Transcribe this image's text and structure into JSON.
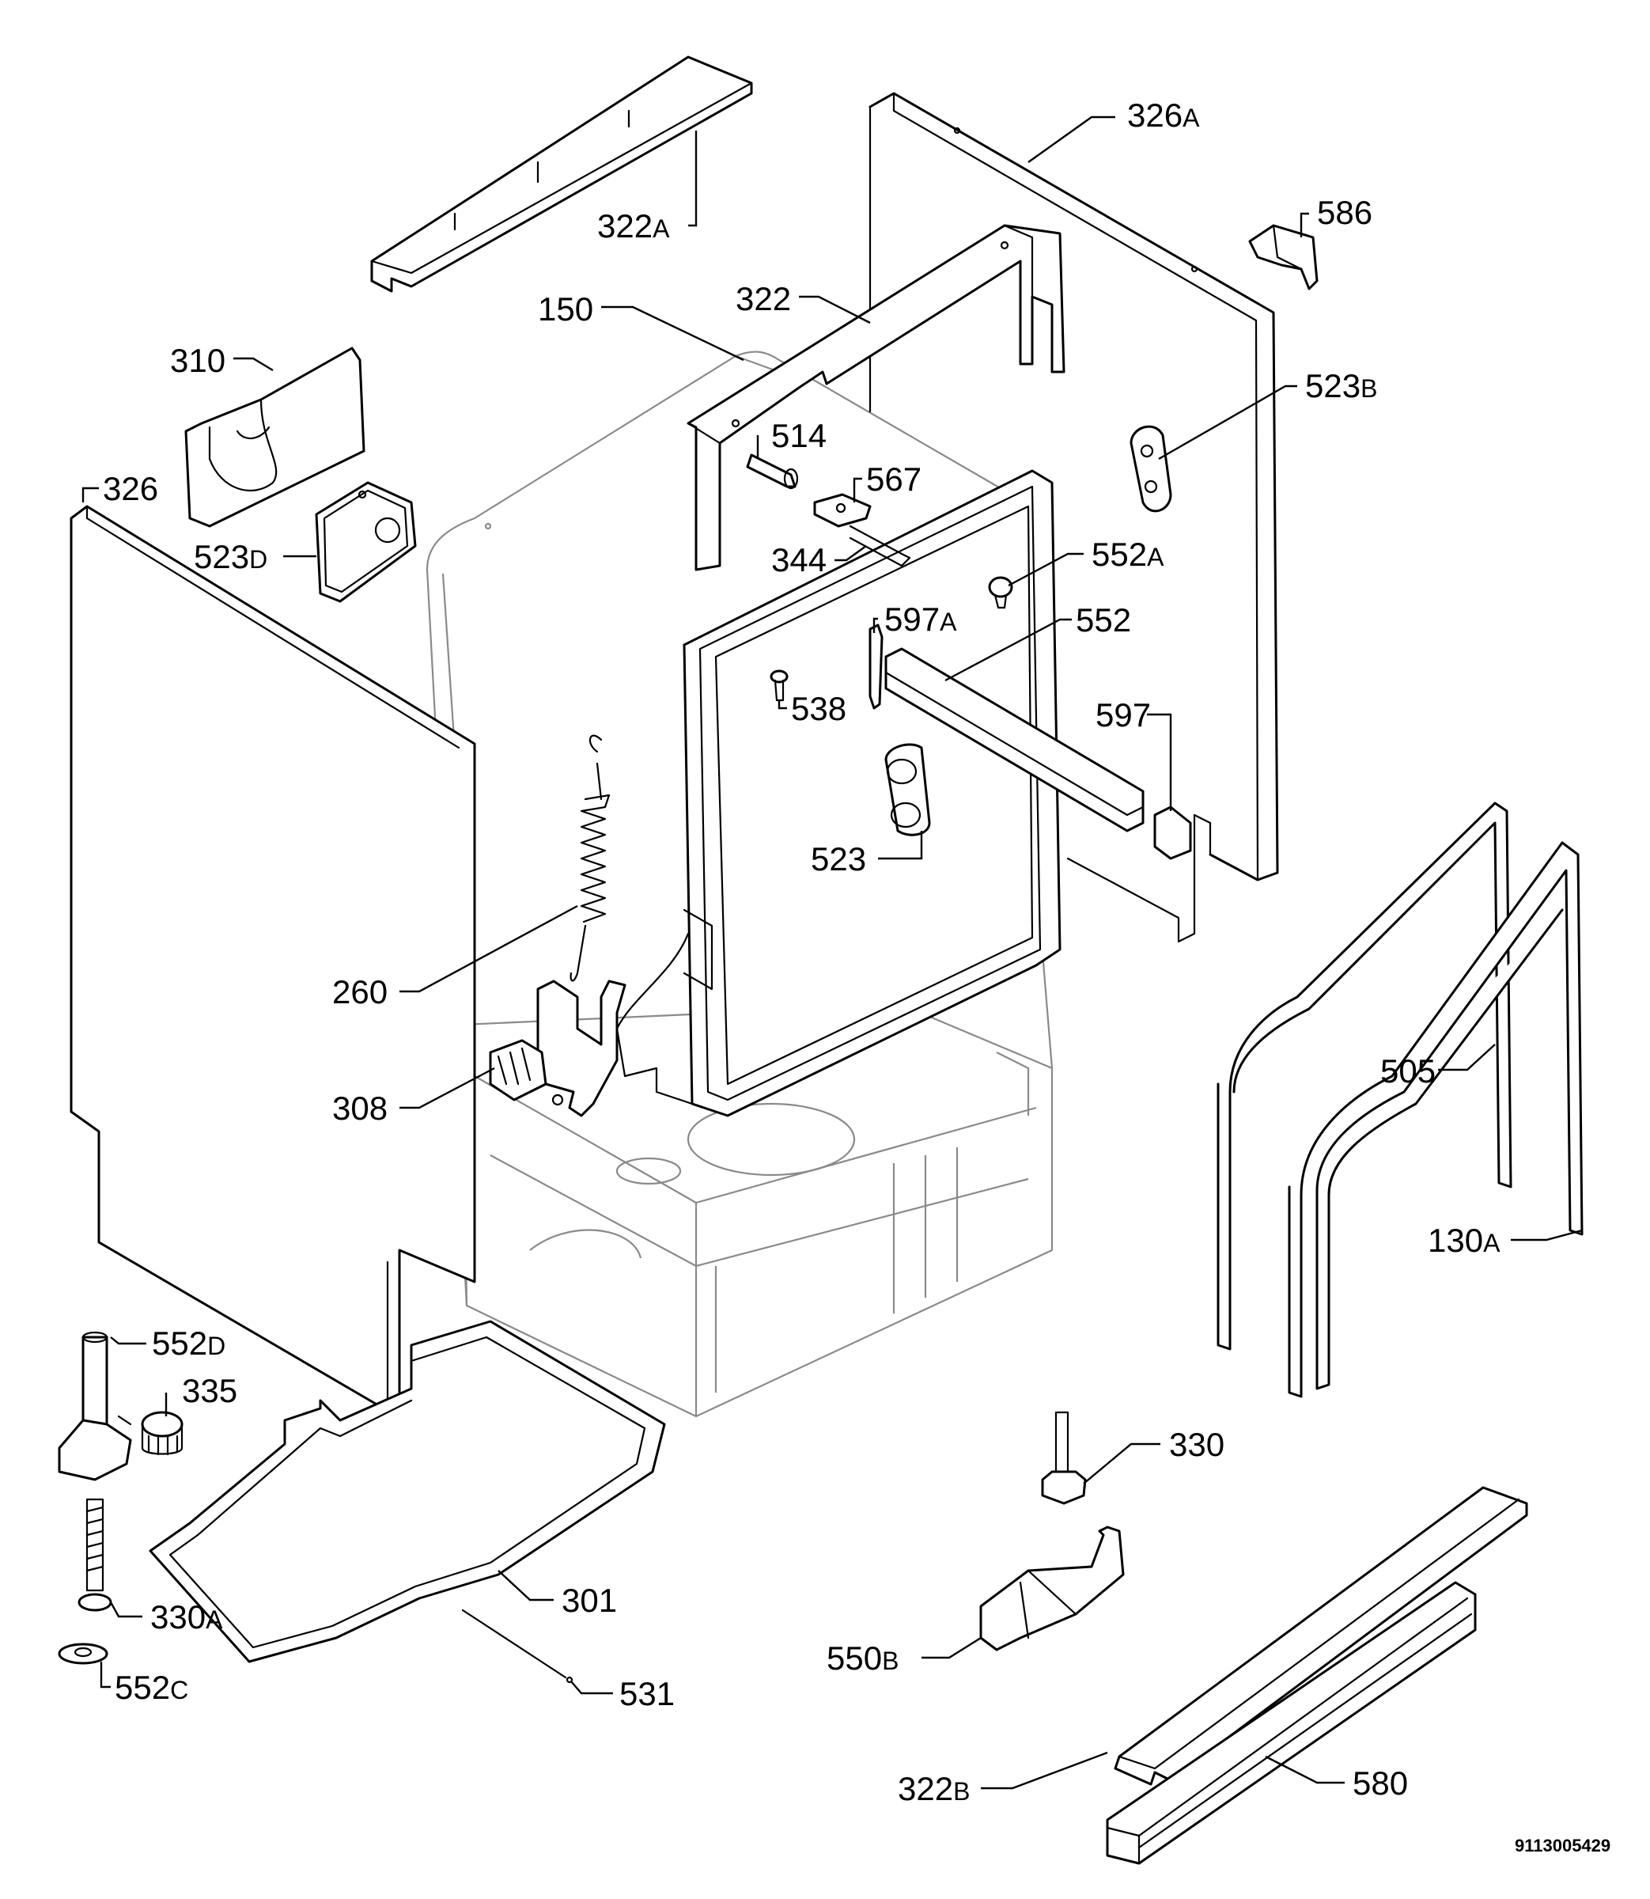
{
  "callouts": {
    "c322A": {
      "num": "322",
      "sfx": "A"
    },
    "c326A": {
      "num": "326",
      "sfx": "A"
    },
    "c586": {
      "num": "586",
      "sfx": ""
    },
    "c322": {
      "num": "322",
      "sfx": ""
    },
    "c150": {
      "num": "150",
      "sfx": ""
    },
    "c310": {
      "num": "310",
      "sfx": ""
    },
    "c523B": {
      "num": "523",
      "sfx": "B"
    },
    "c514": {
      "num": "514",
      "sfx": ""
    },
    "c326": {
      "num": "326",
      "sfx": ""
    },
    "c567": {
      "num": "567",
      "sfx": ""
    },
    "c523D": {
      "num": "523",
      "sfx": "D"
    },
    "c344": {
      "num": "344",
      "sfx": ""
    },
    "c552A": {
      "num": "552",
      "sfx": "A"
    },
    "c597A": {
      "num": "597",
      "sfx": "A"
    },
    "c552": {
      "num": "552",
      "sfx": ""
    },
    "c538": {
      "num": "538",
      "sfx": ""
    },
    "c597": {
      "num": "597",
      "sfx": ""
    },
    "c523": {
      "num": "523",
      "sfx": ""
    },
    "c260": {
      "num": "260",
      "sfx": ""
    },
    "c505": {
      "num": "505",
      "sfx": ""
    },
    "c308": {
      "num": "308",
      "sfx": ""
    },
    "c130A": {
      "num": "130",
      "sfx": "A"
    },
    "c552D": {
      "num": "552",
      "sfx": "D"
    },
    "c335": {
      "num": "335",
      "sfx": ""
    },
    "c330": {
      "num": "330",
      "sfx": ""
    },
    "c301": {
      "num": "301",
      "sfx": ""
    },
    "c330A": {
      "num": "330",
      "sfx": "A"
    },
    "c550B": {
      "num": "550",
      "sfx": "B"
    },
    "c531": {
      "num": "531",
      "sfx": ""
    },
    "c552C": {
      "num": "552",
      "sfx": "C"
    },
    "c322B": {
      "num": "322",
      "sfx": "B"
    },
    "c580": {
      "num": "580",
      "sfx": ""
    }
  },
  "document_number": "9113005429",
  "colors": {
    "line": "#000000",
    "hidden_line": "#8a8a8a",
    "background": "#ffffff"
  }
}
